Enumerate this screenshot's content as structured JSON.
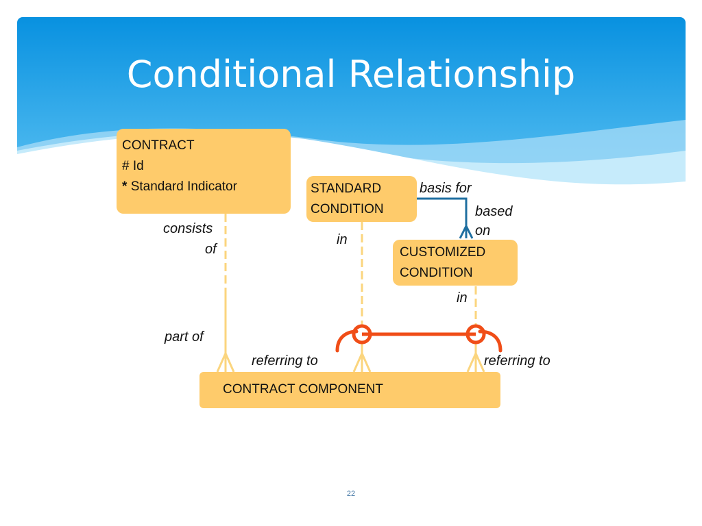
{
  "slide": {
    "title": "Conditional Relationship",
    "page_number": "22"
  },
  "colors": {
    "header_top": "#0891e0",
    "header_bottom": "#5ec3f3",
    "entity_fill": "#fecb6b",
    "relationship_line": "#fbd57e",
    "arc_color": "#f04d17",
    "hierarchy_line": "#1f6fa0",
    "text": "#111111"
  },
  "entities": {
    "contract": {
      "name": "CONTRACT",
      "id_attr": "# Id",
      "star": "*",
      "attr": "Standard Indicator"
    },
    "standard_condition": {
      "line1": "STANDARD",
      "line2": "CONDITION"
    },
    "customized_condition": {
      "line1": "CUSTOMIZED",
      "line2": "CONDITION"
    },
    "contract_component": {
      "name": "CONTRACT COMPONENT"
    }
  },
  "relationship_labels": {
    "consists": "consists",
    "of": "of",
    "part_of": "part of",
    "in_standard": "in",
    "in_customized": "in",
    "basis_for": "basis for",
    "based": "based",
    "on": "on",
    "referring_to_left": "referring to",
    "referring_to_right": "referring to"
  }
}
